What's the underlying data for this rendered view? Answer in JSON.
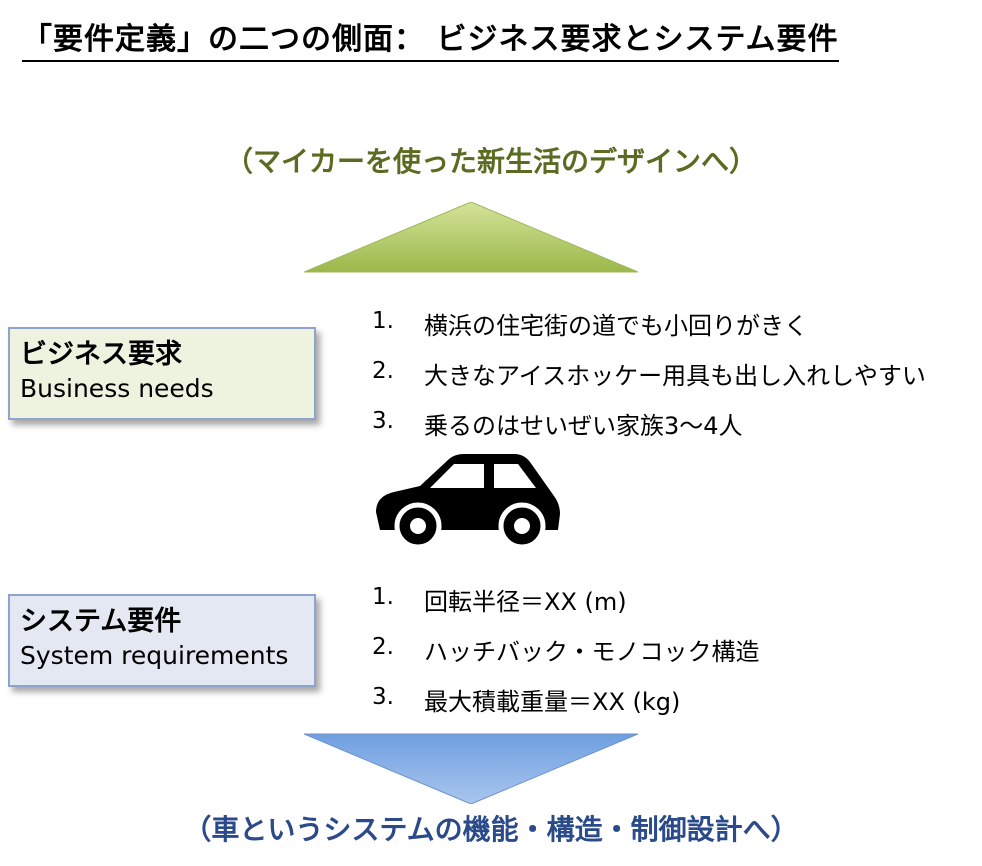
{
  "title": "「要件定義」の二つの側面： ビジネス要求とシステム要件",
  "top_caption": "（マイカーを使った新生活のデザインへ）",
  "bottom_caption": "（車というシステムの機能・構造・制御設計へ）",
  "business_box": {
    "jp": "ビジネス要求",
    "en": "Business needs"
  },
  "system_box": {
    "jp": "システム要件",
    "en": "System requirements"
  },
  "business_needs": [
    {
      "num": "1.",
      "text": "横浜の住宅街の道でも小回りがきく"
    },
    {
      "num": "2.",
      "text": "大きなアイスホッケー用具も出し入れしやすい"
    },
    {
      "num": "3.",
      "text": "乗るのはせいぜい家族3〜4人"
    }
  ],
  "system_requirements": [
    {
      "num": "1.",
      "text": "回転半径＝XX (m)"
    },
    {
      "num": "2.",
      "text": "ハッチバック・モノコック構造"
    },
    {
      "num": "3.",
      "text": "最大積載重量＝XX (kg)"
    }
  ],
  "icons": {
    "car": "car-icon",
    "up": "triangle-up-icon",
    "down": "triangle-down-icon"
  },
  "colors": {
    "top_caption": "#5a6b22",
    "bottom_caption": "#2a4a8a",
    "up_triangle": "#b5cc6a",
    "down_triangle": "#5b8fd6"
  }
}
